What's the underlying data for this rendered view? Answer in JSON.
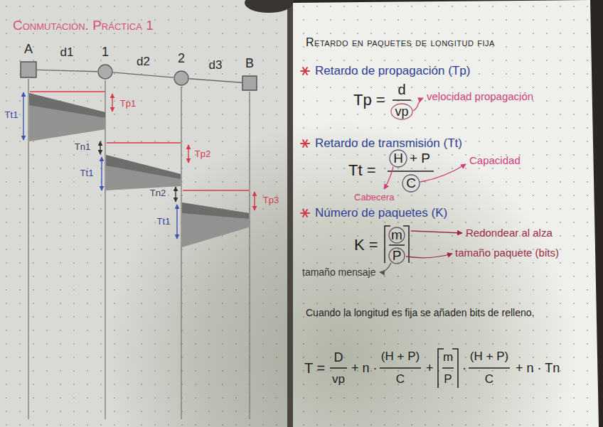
{
  "diagram": {
    "title": "Conmutación. Práctica 1",
    "nodes": [
      {
        "text": [
          "A"
        ]
      },
      {
        "text": [
          "1"
        ]
      },
      {
        "text": [
          "2"
        ]
      },
      {
        "text": [
          "B"
        ]
      }
    ],
    "edges": [
      {
        "from": 0,
        "to": 1,
        "arrow": "none",
        "label": "d1"
      },
      {
        "from": 1,
        "to": 2,
        "arrow": "none",
        "label": "d2"
      },
      {
        "from": 2,
        "to": 3,
        "arrow": "none",
        "label": "d3"
      }
    ],
    "labels": [
      "Tt1",
      "Tp1",
      "Tn1",
      "Tt1",
      "Tp2",
      "Tn2",
      "Tt1",
      "Tp3",
      "Retardo en paquetes de longitud fija",
      "Retardo de propagación (Tp)",
      "Tp =",
      "d",
      "vp",
      "velocidad propagación",
      "Retardo de transmisión (Tt)",
      "Tt =",
      "H",
      "+ P",
      "C",
      "Capacidad",
      "Cabecera",
      "Número de paquetes (K)",
      "K =",
      "m",
      "P",
      "Redondear al alza",
      "tamaño paquete (bits)",
      "tamaño mensaje",
      "Cuando la longitud es fija se añaden bits de relleno.",
      "T =",
      "D",
      "vp",
      "+ n ·",
      "(H + P)",
      "C",
      "+",
      "m",
      "P",
      "·",
      "(H + P)",
      "C",
      "+ n · Tn"
    ]
  }
}
